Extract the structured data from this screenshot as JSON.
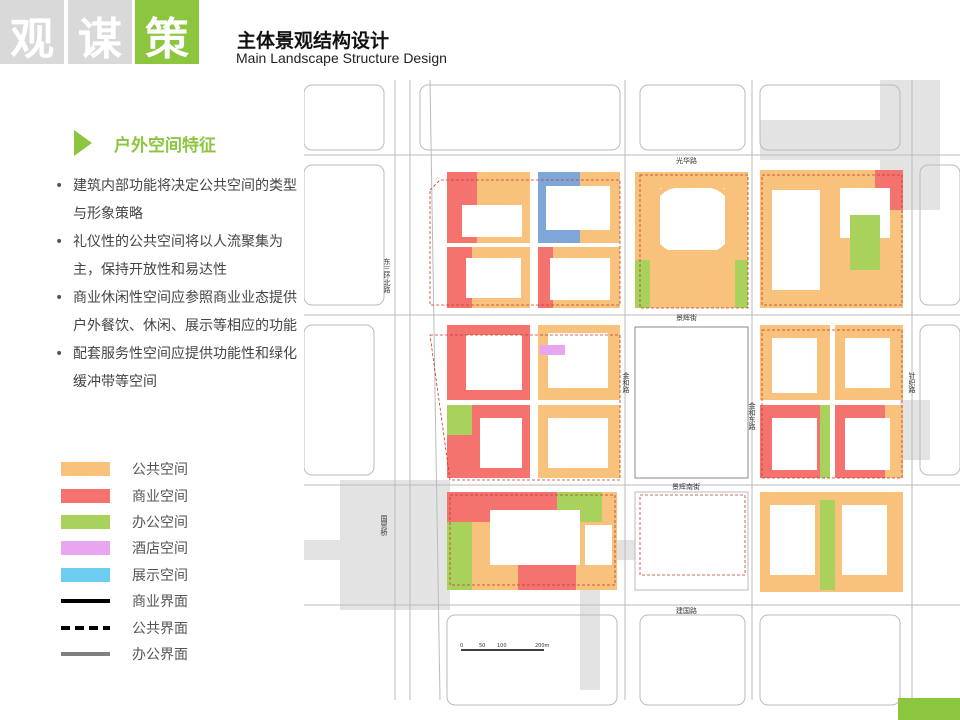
{
  "logo": {
    "chars": [
      "观",
      "谋",
      "策"
    ],
    "colors": [
      "#d9d9d9",
      "#d9d9d9",
      "#8cc63f"
    ]
  },
  "header": {
    "title": "主体景观结构设计",
    "subtitle": "Main Landscape Structure Design"
  },
  "section": {
    "title": "户外空间特征"
  },
  "bullets": [
    "建筑内部功能将决定公共空间的类型与形象策略",
    "礼仪性的公共空间将以人流聚集为主，保持开放性和易达性",
    "商业休闲性空间应参照商业业态提供户外餐饮、休闲、展示等相应的功能",
    "配套服务性空间应提供功能性和绿化缓冲带等空间"
  ],
  "legend": [
    {
      "label": "公共空间",
      "color": "#f8c27c",
      "type": "fill"
    },
    {
      "label": "商业空间",
      "color": "#f5736f",
      "type": "fill"
    },
    {
      "label": "办公空间",
      "color": "#a8d25c",
      "type": "fill"
    },
    {
      "label": "酒店空间",
      "color": "#e8a6f0",
      "type": "fill"
    },
    {
      "label": "展示空间",
      "color": "#6ccdf0",
      "type": "fill"
    },
    {
      "label": "商业界面",
      "color": "#000000",
      "type": "solid"
    },
    {
      "label": "公共界面",
      "color": "#000000",
      "type": "dashed"
    },
    {
      "label": "办公界面",
      "color": "#808080",
      "type": "gray"
    }
  ],
  "map": {
    "roads": {
      "guanghua": "光华路",
      "jinghui": "景辉街",
      "jinghuinan": "景辉南街",
      "jianguo": "建国路",
      "dongsanhuan": "东三环北路",
      "guomao": "国贸桥",
      "jinhe": "金和路",
      "jinhedong": "金和东路",
      "zhenzhi": "针织路"
    },
    "scale": [
      "0",
      "50",
      "100",
      "200m"
    ]
  }
}
